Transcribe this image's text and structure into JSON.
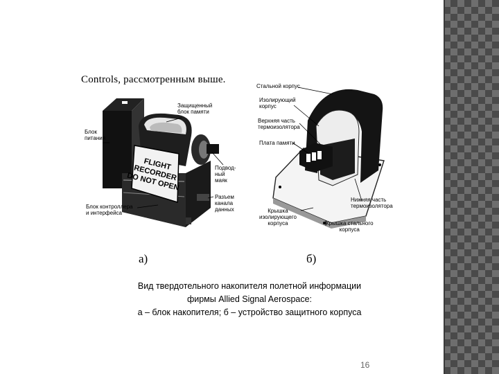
{
  "sidebar": {
    "pattern": "diamond-checker",
    "colors": [
      "#6e6e6e",
      "#4a4a4a"
    ]
  },
  "figure": {
    "heading": "Controls, рассмотренным выше.",
    "left": {
      "device_text": [
        "FLIGHT",
        "RECORDER",
        "DO NOT OPEN"
      ],
      "labels": {
        "power_block": [
          "Блок",
          "питания"
        ],
        "memory_block": [
          "Защищенный",
          "блок  памяти"
        ],
        "beacon": [
          "Подвод-",
          "ный",
          "маяк"
        ],
        "connector": [
          "Разъем",
          "канала",
          "данных"
        ],
        "controller": [
          "Блок контроллера",
          "и интерфейса"
        ]
      },
      "sublabel": "а)"
    },
    "right": {
      "labels": {
        "steel_case": [
          "Стальной корпус"
        ],
        "insulating_case": [
          "Изолирующий",
          "корпус"
        ],
        "upper_insulator": [
          "Верхняя часть",
          "термоизолятора"
        ],
        "memory_board": [
          "Плата памяти"
        ],
        "lower_insulator": [
          "Нижняя часть",
          "термоизолятора"
        ],
        "insulating_cover": [
          "Крышка",
          "изолирующего",
          "корпуса"
        ],
        "steel_cover": [
          "Крышка стального",
          "корпуса"
        ]
      },
      "sublabel": "б)"
    }
  },
  "caption": {
    "line1": "Вид твердотельного накопителя полетной информации",
    "line2": "фирмы Allied Signal Aerospace:",
    "line3": "а – блок накопителя; б – устройство защитного корпуса"
  },
  "page_number": "16"
}
